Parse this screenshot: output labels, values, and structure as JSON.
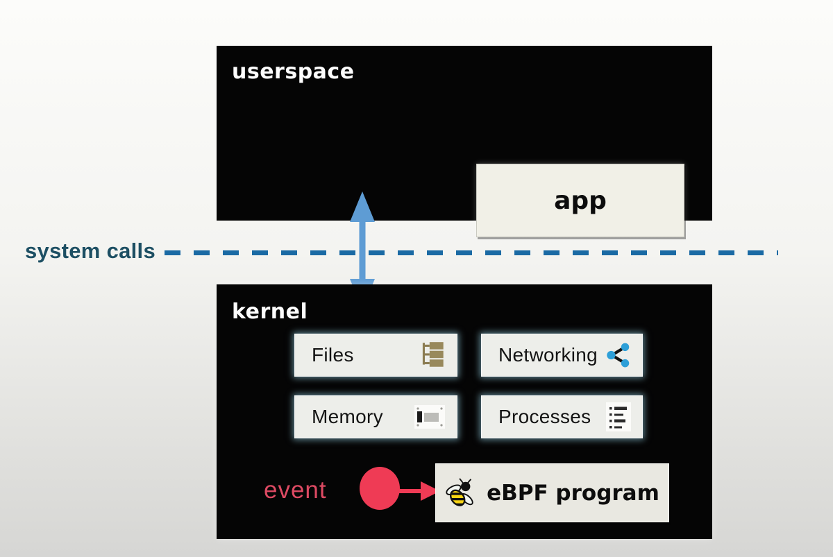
{
  "diagram": {
    "userspace": {
      "label": "userspace",
      "app": {
        "label": "app"
      }
    },
    "system_calls": {
      "label": "system calls"
    },
    "kernel": {
      "label": "kernel",
      "boxes": [
        {
          "label": "Files",
          "icon": "file-tree-icon"
        },
        {
          "label": "Networking",
          "icon": "share-icon"
        },
        {
          "label": "Memory",
          "icon": "memory-chip-icon"
        },
        {
          "label": "Processes",
          "icon": "task-list-icon"
        }
      ],
      "event": {
        "label": "event"
      },
      "ebpf": {
        "label": "eBPF program",
        "icon": "bee-icon"
      }
    },
    "colors": {
      "panel_black": "#050505",
      "box_fill": "#edeeea",
      "app_box_fill": "#f1f0e7",
      "ebpf_box_fill": "#e9e8e1",
      "system_calls_text": "#1d4f63",
      "dash_blue": "#1a6aa4",
      "arrow_blue": "#5e9cd4",
      "event_red": "#ef3b55",
      "event_text_red": "#dd4a63",
      "files_icon_tan": "#8b7c52",
      "share_icon_blue": "#2d9fd8",
      "bee_yellow": "#f7d414"
    }
  }
}
